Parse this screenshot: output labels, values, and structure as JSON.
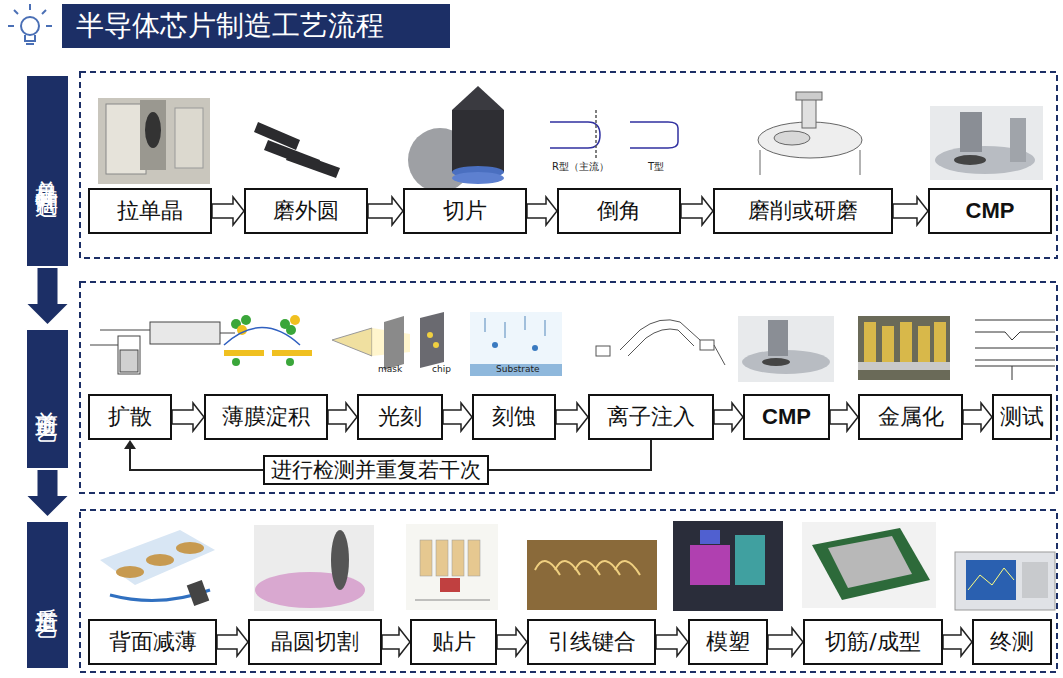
{
  "diagram": {
    "title": "半导体芯片制造工艺流程",
    "nodes": [
      {
        "text": [
          "单晶硅片制造"
        ]
      },
      {
        "text": [
          "拉单晶"
        ]
      },
      {
        "text": [
          "磨外圆"
        ]
      },
      {
        "text": [
          "切片"
        ]
      },
      {
        "text": [
          "倒角"
        ]
      },
      {
        "text": [
          "磨削或研磨"
        ]
      },
      {
        "text": [
          "CMP"
        ]
      },
      {
        "text": [
          "前道工艺"
        ]
      },
      {
        "text": [
          "扩散"
        ]
      },
      {
        "text": [
          "薄膜淀积"
        ]
      },
      {
        "text": [
          "光刻"
        ]
      },
      {
        "text": [
          "刻蚀"
        ]
      },
      {
        "text": [
          "离子注入"
        ]
      },
      {
        "text": [
          "CMP"
        ]
      },
      {
        "text": [
          "金属化"
        ]
      },
      {
        "text": [
          "测试"
        ]
      },
      {
        "text": [
          "后道工艺"
        ]
      },
      {
        "text": [
          "背面减薄"
        ]
      },
      {
        "text": [
          "晶圆切割"
        ]
      },
      {
        "text": [
          "贴片"
        ]
      },
      {
        "text": [
          "引线键合"
        ]
      },
      {
        "text": [
          "模塑"
        ]
      },
      {
        "text": [
          "切筋/成型"
        ]
      },
      {
        "text": [
          "终测"
        ]
      }
    ],
    "edges": [
      {
        "from": 0,
        "to": 7,
        "arrow": "to"
      },
      {
        "from": 7,
        "to": 16,
        "arrow": "to"
      },
      {
        "from": 1,
        "to": 2,
        "arrow": "to"
      },
      {
        "from": 2,
        "to": 3,
        "arrow": "to"
      },
      {
        "from": 3,
        "to": 4,
        "arrow": "to"
      },
      {
        "from": 4,
        "to": 5,
        "arrow": "to"
      },
      {
        "from": 5,
        "to": 6,
        "arrow": "to"
      },
      {
        "from": 8,
        "to": 9,
        "arrow": "to"
      },
      {
        "from": 9,
        "to": 10,
        "arrow": "to"
      },
      {
        "from": 10,
        "to": 11,
        "arrow": "to"
      },
      {
        "from": 11,
        "to": 12,
        "arrow": "to"
      },
      {
        "from": 12,
        "to": 13,
        "arrow": "to"
      },
      {
        "from": 13,
        "to": 14,
        "arrow": "to"
      },
      {
        "from": 14,
        "to": 15,
        "arrow": "to"
      },
      {
        "from": 12,
        "to": 8,
        "label": "进行检测并重复若干次",
        "arrow": "to"
      },
      {
        "from": 17,
        "to": 18,
        "arrow": "to"
      },
      {
        "from": 18,
        "to": 19,
        "arrow": "to"
      },
      {
        "from": 19,
        "to": 20,
        "arrow": "to"
      },
      {
        "from": 20,
        "to": 21,
        "arrow": "to"
      },
      {
        "from": 21,
        "to": 22,
        "arrow": "to"
      },
      {
        "from": 22,
        "to": 23,
        "arrow": "to"
      }
    ],
    "labels": [
      "R型（主流）",
      "T型",
      "mask",
      "chip",
      "Substrate"
    ]
  }
}
